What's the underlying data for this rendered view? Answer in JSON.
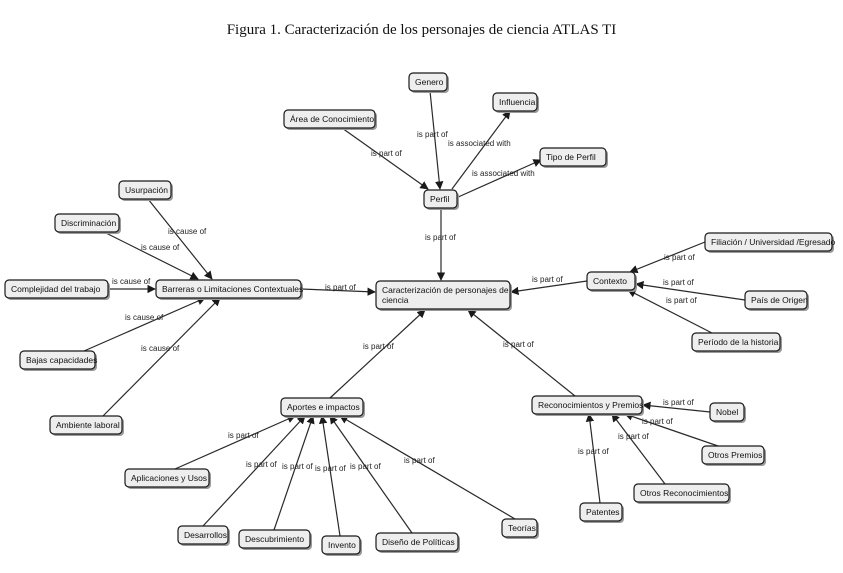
{
  "title": "Figura 1. Caracterización de los personajes de ciencia ATLAS TI",
  "nodes": [
    {
      "id": "genero",
      "label": "Genero"
    },
    {
      "id": "influencia",
      "label": "Influencia"
    },
    {
      "id": "area",
      "label": "Área de Conocimiento"
    },
    {
      "id": "tipo",
      "label": "Tipo de Perfil"
    },
    {
      "id": "perfil",
      "label": "Perfil"
    },
    {
      "id": "usurpacion",
      "label": "Usurpación"
    },
    {
      "id": "discriminacion",
      "label": "Discriminación"
    },
    {
      "id": "complejidad",
      "label": "Complejidad del trabajo"
    },
    {
      "id": "barreras",
      "label": "Barreras o Limitaciones Contextuales"
    },
    {
      "id": "bajas",
      "label": "Bajas capacidades"
    },
    {
      "id": "ambiente",
      "label": "Ambiente laboral"
    },
    {
      "id": "caracterizacion",
      "label": [
        "Caracterización de personajes de",
        "ciencia"
      ]
    },
    {
      "id": "contexto",
      "label": "Contexto"
    },
    {
      "id": "filiacion",
      "label": "Filiación / Universidad /Egresado"
    },
    {
      "id": "pais",
      "label": "País de Origen"
    },
    {
      "id": "periodo",
      "label": "Período de la historia"
    },
    {
      "id": "aportes",
      "label": "Aportes e impactos"
    },
    {
      "id": "reconocimientos",
      "label": "Reconocimientos y Premios"
    },
    {
      "id": "nobel",
      "label": "Nobel"
    },
    {
      "id": "otrospremios",
      "label": "Otros Premios"
    },
    {
      "id": "otrosrec",
      "label": "Otros Reconocimientos"
    },
    {
      "id": "patentes",
      "label": "Patentes"
    },
    {
      "id": "aplicaciones",
      "label": "Aplicaciones y Usos"
    },
    {
      "id": "desarrollos",
      "label": "Desarrollos"
    },
    {
      "id": "descubrimiento",
      "label": "Descubrimiento"
    },
    {
      "id": "invento",
      "label": "Invento"
    },
    {
      "id": "diseno",
      "label": "Diseño de Políticas"
    },
    {
      "id": "teorias",
      "label": "Teorías"
    }
  ],
  "edges": [
    {
      "id": "e-genero-perfil",
      "from": "genero",
      "to": "perfil",
      "label": "is part of"
    },
    {
      "id": "e-area-perfil",
      "from": "area",
      "to": "perfil",
      "label": "is part of"
    },
    {
      "id": "e-perfil-influencia",
      "from": "perfil",
      "to": "influencia",
      "label": "is associated with"
    },
    {
      "id": "e-perfil-tipo",
      "from": "perfil",
      "to": "tipo",
      "label": "is associated with"
    },
    {
      "id": "e-perfil-caract",
      "from": "perfil",
      "to": "caracterizacion",
      "label": "is part of"
    },
    {
      "id": "e-usurpacion-barreras",
      "from": "usurpacion",
      "to": "barreras",
      "label": "is cause of"
    },
    {
      "id": "e-discriminacion-barreras",
      "from": "discriminacion",
      "to": "barreras",
      "label": "is cause of"
    },
    {
      "id": "e-complejidad-barreras",
      "from": "complejidad",
      "to": "barreras",
      "label": "is cause of"
    },
    {
      "id": "e-bajas-barreras",
      "from": "bajas",
      "to": "barreras",
      "label": "is cause of"
    },
    {
      "id": "e-ambiente-barreras",
      "from": "ambiente",
      "to": "barreras",
      "label": "is cause of"
    },
    {
      "id": "e-barreras-caract",
      "from": "barreras",
      "to": "caracterizacion",
      "label": "is part of"
    },
    {
      "id": "e-contexto-caract",
      "from": "contexto",
      "to": "caracterizacion",
      "label": "is part of"
    },
    {
      "id": "e-filiacion-contexto",
      "from": "filiacion",
      "to": "contexto",
      "label": "is part of"
    },
    {
      "id": "e-pais-contexto",
      "from": "pais",
      "to": "contexto",
      "label": "is part of"
    },
    {
      "id": "e-periodo-contexto",
      "from": "periodo",
      "to": "contexto",
      "label": "is part of"
    },
    {
      "id": "e-aportes-caract",
      "from": "aportes",
      "to": "caracterizacion",
      "label": "is part of"
    },
    {
      "id": "e-recon-caract",
      "from": "reconocimientos",
      "to": "caracterizacion",
      "label": "is part of"
    },
    {
      "id": "e-nobel-recon",
      "from": "nobel",
      "to": "reconocimientos",
      "label": "is part of"
    },
    {
      "id": "e-otrospremios-recon",
      "from": "otrospremios",
      "to": "reconocimientos",
      "label": "is part of"
    },
    {
      "id": "e-otrosrec-recon",
      "from": "otrosrec",
      "to": "reconocimientos",
      "label": "is part of"
    },
    {
      "id": "e-patentes-recon",
      "from": "patentes",
      "to": "reconocimientos",
      "label": "is part of"
    },
    {
      "id": "e-aplicaciones-aportes",
      "from": "aplicaciones",
      "to": "aportes",
      "label": "is part of"
    },
    {
      "id": "e-desarrollos-aportes",
      "from": "desarrollos",
      "to": "aportes",
      "label": "is part of"
    },
    {
      "id": "e-descubrimiento-aportes",
      "from": "descubrimiento",
      "to": "aportes",
      "label": "is part of"
    },
    {
      "id": "e-invento-aportes",
      "from": "invento",
      "to": "aportes",
      "label": "is part of"
    },
    {
      "id": "e-diseno-aportes",
      "from": "diseno",
      "to": "aportes",
      "label": "is part of"
    },
    {
      "id": "e-teorias-aportes",
      "from": "teorias",
      "to": "aportes",
      "label": "is part of"
    }
  ]
}
